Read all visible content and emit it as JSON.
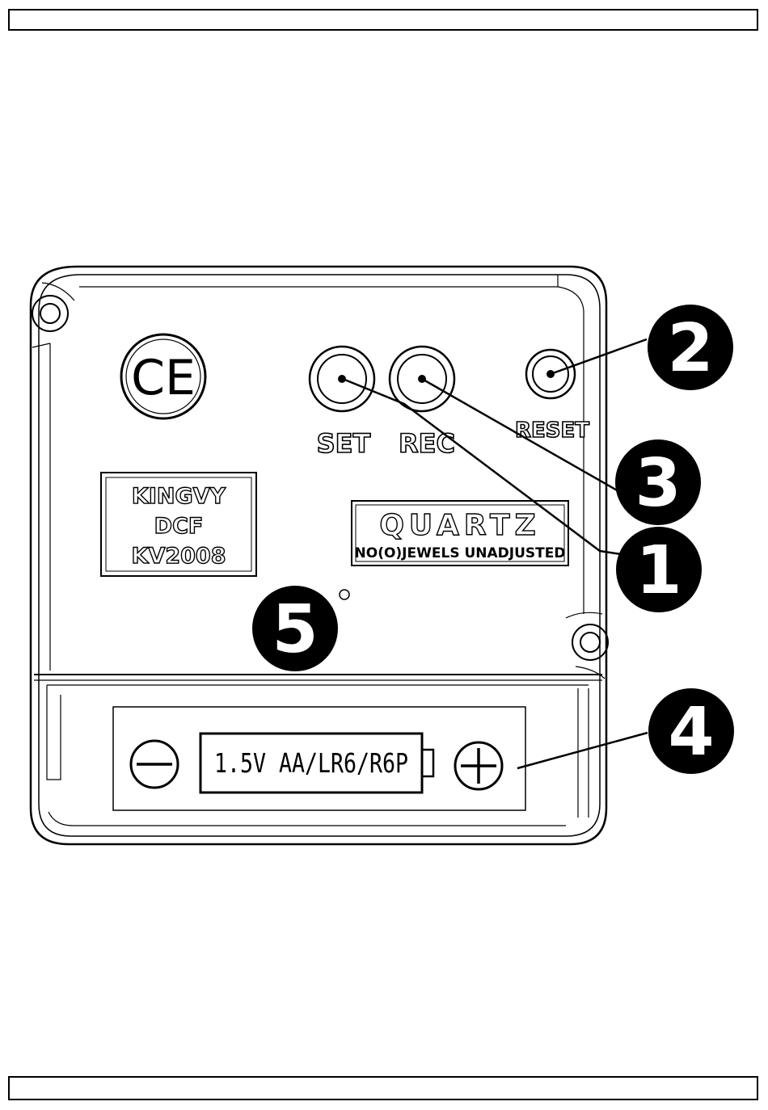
{
  "device": {
    "ce_mark": "CE",
    "buttons": {
      "set": "SET",
      "rec": "REC",
      "reset": "RESET"
    },
    "model_plate": {
      "line1": "KINGVY",
      "line2": "DCF",
      "line3": "KV2008"
    },
    "quartz_plate": {
      "title": "QUARTZ",
      "subtitle": "NO(O)JEWELS  UNADJUSTED"
    },
    "battery": {
      "label": "1.5V AA/LR6/R6P",
      "minus_icon": "minus-circle-icon",
      "plus_icon": "plus-circle-icon"
    }
  },
  "callouts": {
    "c1": "1",
    "c2": "2",
    "c3": "3",
    "c4": "4",
    "c5": "5"
  }
}
